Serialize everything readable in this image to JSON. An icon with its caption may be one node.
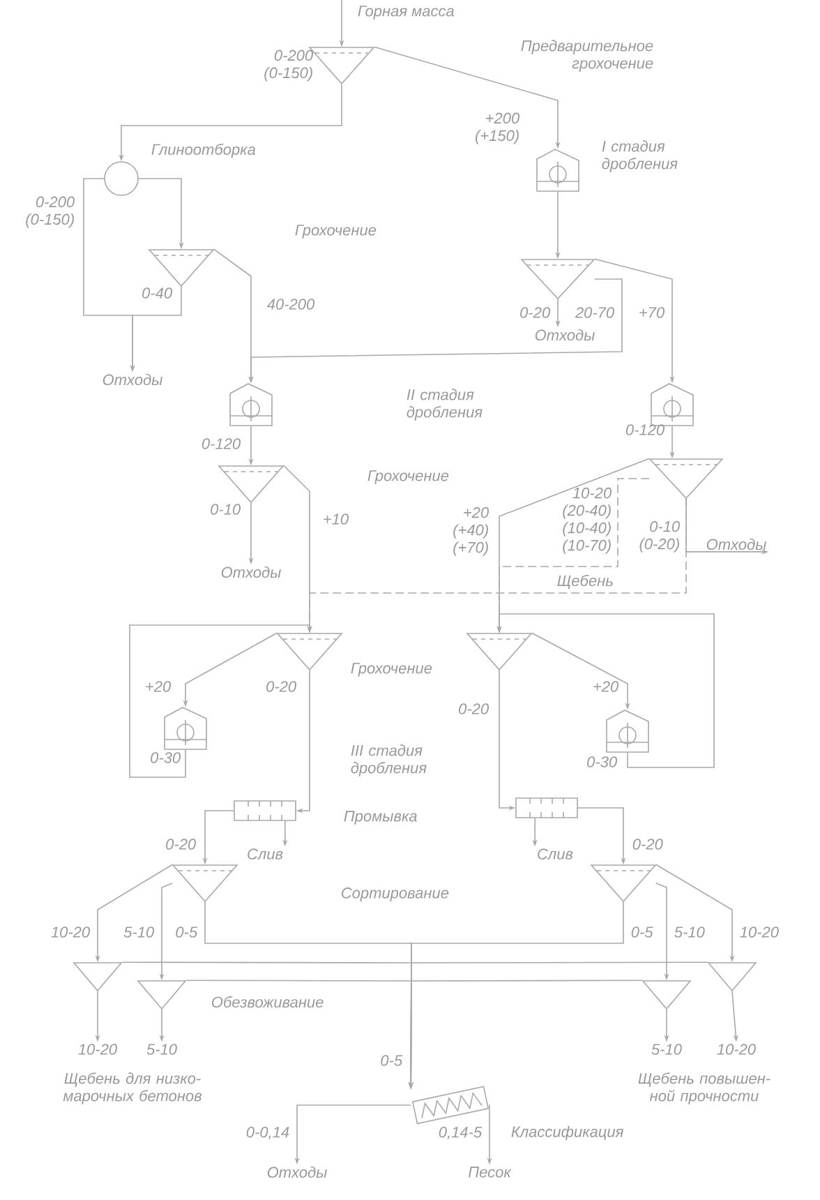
{
  "diagram": {
    "nodes": [
      {
        "text": [],
        "shape": "screen"
      },
      {
        "text": [],
        "shape": "circle"
      },
      {
        "text": [],
        "shape": "crusher"
      },
      {
        "text": [],
        "shape": "screen"
      },
      {
        "text": [],
        "shape": "screen"
      },
      {
        "text": [
          "Отходы"
        ]
      },
      {
        "text": [
          "Отходы"
        ]
      },
      {
        "text": [],
        "shape": "crusher"
      },
      {
        "text": [],
        "shape": "crusher"
      },
      {
        "text": [],
        "shape": "screen"
      },
      {
        "text": [],
        "shape": "screen"
      },
      {
        "text": [
          "Отходы"
        ]
      },
      {
        "text": [
          "Отходы"
        ]
      },
      {
        "text": [],
        "shape": "screen"
      },
      {
        "text": [],
        "shape": "screen"
      },
      {
        "text": [],
        "shape": "crusher"
      },
      {
        "text": [],
        "shape": "crusher"
      },
      {
        "text": [],
        "shape": "drum"
      },
      {
        "text": [],
        "shape": "drum"
      },
      {
        "text": [
          "Слив"
        ]
      },
      {
        "text": [
          "Слив"
        ]
      },
      {
        "text": [],
        "shape": "screen"
      },
      {
        "text": [],
        "shape": "screen"
      },
      {
        "text": [],
        "shape": "triangle"
      },
      {
        "text": [],
        "shape": "triangle"
      },
      {
        "text": [],
        "shape": "triangle"
      },
      {
        "text": [],
        "shape": "triangle"
      },
      {
        "text": [
          "10-20"
        ]
      },
      {
        "text": [
          "5-10"
        ]
      },
      {
        "text": [
          "5-10"
        ]
      },
      {
        "text": [
          "10-20"
        ]
      },
      {
        "text": [],
        "shape": "classifier"
      },
      {
        "text": [
          "Отходы"
        ]
      },
      {
        "text": [
          "Песок"
        ]
      }
    ],
    "edges": [
      {
        "from": null,
        "to": 0,
        "arrow": "to"
      },
      {
        "from": 0,
        "to": 1,
        "arrow": "to",
        "label": "0-200 (0-150)"
      },
      {
        "from": 0,
        "to": 2,
        "arrow": "to",
        "label": "+200 (+150)"
      },
      {
        "from": 2,
        "to": 4,
        "arrow": "to"
      },
      {
        "from": 1,
        "to": 5,
        "arrow": "to",
        "label": "0-200 (0-150)"
      },
      {
        "from": 1,
        "to": 3,
        "arrow": "to"
      },
      {
        "from": 3,
        "to": 5,
        "arrow": "to",
        "label": "0-40"
      },
      {
        "from": 3,
        "to": 7,
        "arrow": "to",
        "label": "40-200"
      },
      {
        "from": 4,
        "to": 6,
        "arrow": "to",
        "label": "0-20"
      },
      {
        "from": 4,
        "to": 7,
        "arrow": "to",
        "label": "20-70"
      },
      {
        "from": 4,
        "to": 8,
        "arrow": "to",
        "label": "+70"
      },
      {
        "from": 7,
        "to": 9,
        "arrow": "to",
        "label": "0-120"
      },
      {
        "from": 8,
        "to": 10,
        "arrow": "to",
        "label": "0-120"
      },
      {
        "from": 9,
        "to": 11,
        "arrow": "to",
        "label": "0-10"
      },
      {
        "from": 9,
        "to": 13,
        "arrow": "to",
        "label": "+10"
      },
      {
        "from": 10,
        "to": 14,
        "arrow": "to",
        "label": "+20 (+40) (+70)"
      },
      {
        "from": 10,
        "to": 14,
        "arrow": "to",
        "label": "10-20 (20-40) (10-40) (10-70)",
        "style": "dashed"
      },
      {
        "from": 10,
        "to": 12,
        "arrow": "to",
        "label": "0-10 (0-20)"
      },
      {
        "from": 10,
        "to": 13,
        "arrow": "to",
        "style": "dashed"
      },
      {
        "from": 13,
        "to": 15,
        "arrow": "to",
        "label": "+20"
      },
      {
        "from": 13,
        "to": 17,
        "arrow": "to",
        "label": "0-20"
      },
      {
        "from": 15,
        "to": 13,
        "arrow": "to",
        "label": "0-30"
      },
      {
        "from": 14,
        "to": 16,
        "arrow": "to",
        "label": "+20"
      },
      {
        "from": 14,
        "to": 18,
        "arrow": "to",
        "label": "0-20"
      },
      {
        "from": 16,
        "to": 14,
        "arrow": "to",
        "label": "0-30"
      },
      {
        "from": 17,
        "to": 21,
        "arrow": "to",
        "label": "0-20"
      },
      {
        "from": 17,
        "to": 19,
        "arrow": "to"
      },
      {
        "from": 18,
        "to": 22,
        "arrow": "to",
        "label": "0-20"
      },
      {
        "from": 18,
        "to": 20,
        "arrow": "to"
      },
      {
        "from": 21,
        "to": 23,
        "arrow": "to",
        "label": "10-20"
      },
      {
        "from": 21,
        "to": 24,
        "arrow": "to",
        "label": "5-10"
      },
      {
        "from": 21,
        "to": 31,
        "arrow": "to",
        "label": "0-5"
      },
      {
        "from": 22,
        "to": 31,
        "arrow": "to",
        "label": "0-5"
      },
      {
        "from": 22,
        "to": 25,
        "arrow": "to",
        "label": "5-10"
      },
      {
        "from": 22,
        "to": 26,
        "arrow": "to",
        "label": "10-20"
      },
      {
        "from": 23,
        "to": 27,
        "arrow": "to"
      },
      {
        "from": 24,
        "to": 28,
        "arrow": "to"
      },
      {
        "from": 25,
        "to": 29,
        "arrow": "to"
      },
      {
        "from": 26,
        "to": 30,
        "arrow": "to"
      },
      {
        "from": 23,
        "to": 31,
        "arrow": "to"
      },
      {
        "from": 24,
        "to": 31,
        "arrow": "to"
      },
      {
        "from": 25,
        "to": 31,
        "arrow": "to"
      },
      {
        "from": 26,
        "to": 31,
        "arrow": "to"
      },
      {
        "from": 31,
        "to": 32,
        "arrow": "to",
        "label": "0-0,14"
      },
      {
        "from": 31,
        "to": 33,
        "arrow": "to",
        "label": "0,14-5"
      }
    ],
    "labels": [
      "Горная масса",
      "Предварительное грохочение",
      "Глиноотборка",
      "I стадия дробления",
      "Грохочение",
      "II стадия дробления",
      "Грохочение",
      "Щебень",
      "Грохочение",
      "III стадия дробления",
      "Промывка",
      "Сортирование",
      "Обезвоживание",
      "0-5",
      "Щебень для низко-марочных бетонов",
      "Щебень повышен-ной прочности",
      "Классификация"
    ]
  }
}
